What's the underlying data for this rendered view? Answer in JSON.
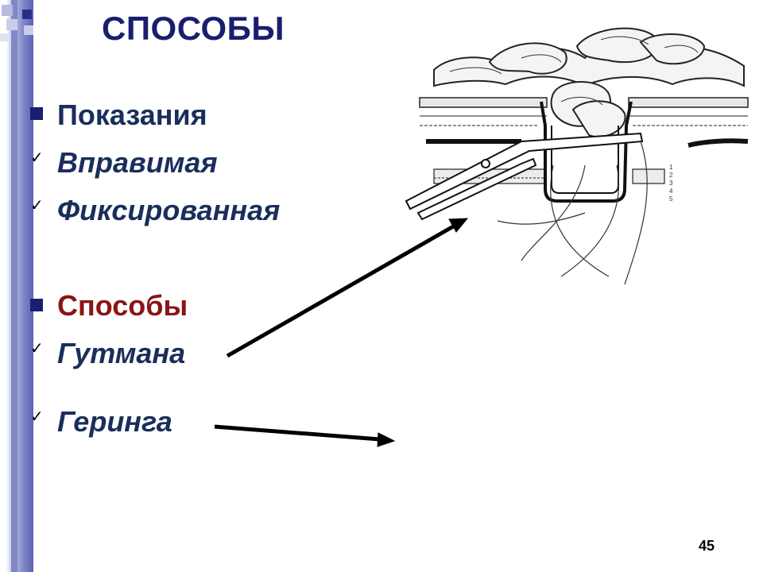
{
  "title": "СПОСОБЫ",
  "section1": {
    "heading": "Показания",
    "items": [
      "Вправимая",
      "Фиксированная"
    ]
  },
  "section2": {
    "heading": "Способы",
    "items": [
      "Гутмана",
      "Геринга"
    ]
  },
  "page_number": "45",
  "illustration": {
    "layer_labels": [
      "1",
      "2",
      "3",
      "4",
      "5"
    ]
  },
  "colors": {
    "title": "#1a1e6e",
    "text": "#1a2e5c",
    "accent_red": "#8b1414",
    "sidebar": "#7f86c6"
  }
}
